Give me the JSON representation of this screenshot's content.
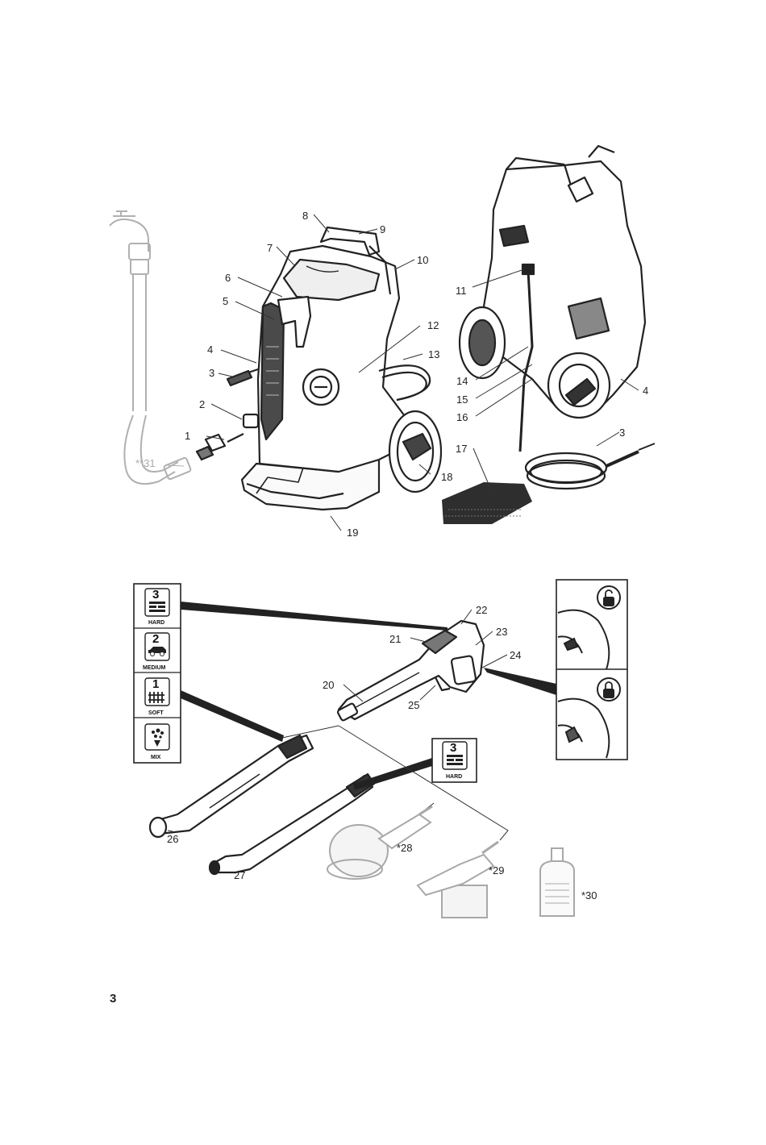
{
  "page_number": "3",
  "callouts": {
    "c1": "1",
    "c2": "2",
    "c3": "3",
    "c4": "4",
    "c5": "5",
    "c6": "6",
    "c7": "7",
    "c8": "8",
    "c9": "9",
    "c10": "10",
    "c11": "11",
    "c12": "12",
    "c13": "13",
    "c14": "14",
    "c15": "15",
    "c16": "16",
    "c17": "17",
    "c18": "18",
    "c19": "19",
    "c20": "20",
    "c21": "21",
    "c22": "22",
    "c23": "23",
    "c24": "24",
    "c25": "25",
    "c26": "26",
    "c27": "27",
    "c28": "*28",
    "c29": "*29",
    "c30": "*30",
    "c31": "**31",
    "c3b": "3",
    "c4b": "4"
  },
  "spray_modes": [
    {
      "level": "3",
      "label": "HARD",
      "icon": "brick-wall-icon"
    },
    {
      "level": "2",
      "label": "MEDIUM",
      "icon": "car-icon"
    },
    {
      "level": "1",
      "label": "SOFT",
      "icon": "fence-icon"
    },
    {
      "level": "",
      "label": "MIX",
      "icon": "foam-icon"
    }
  ],
  "lance_mode_badge": {
    "level": "3",
    "label": "HARD",
    "icon": "brick-wall-icon"
  },
  "lock_panels": [
    {
      "state": "unlocked",
      "icon": "unlocked-padlock-icon"
    },
    {
      "state": "locked",
      "icon": "locked-padlock-icon"
    }
  ],
  "colors": {
    "line": "#222222",
    "light_line": "#b0b0b0",
    "fill_dark": "#333333",
    "paper": "#ffffff"
  }
}
